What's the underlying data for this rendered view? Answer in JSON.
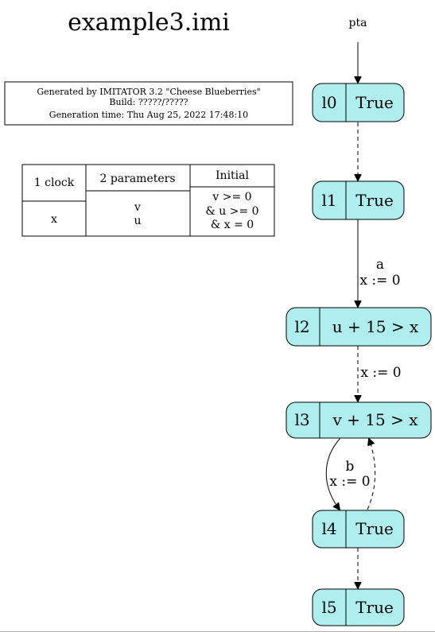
{
  "title": "example3.imi",
  "info_box": {
    "line1": "Generated by IMITATOR 3.2 \"Cheese Blueberries\"",
    "line2": "Build: ?????/?????",
    "line3": "Generation time: Thu Aug 25, 2022 17:48:10"
  },
  "summary_table": {
    "clocks_header": "1 clock",
    "clocks": "x",
    "params_header": "2 parameters",
    "params": [
      "v",
      "u"
    ],
    "initial_header": "Initial",
    "initial": [
      "v >= 0",
      "& u >= 0",
      "& x = 0"
    ]
  },
  "automaton_name": "pta",
  "locations": [
    {
      "id": "l0",
      "invariant": "True"
    },
    {
      "id": "l1",
      "invariant": "True"
    },
    {
      "id": "l2",
      "invariant": "u + 15 > x"
    },
    {
      "id": "l3",
      "invariant": "v + 15 > x"
    },
    {
      "id": "l4",
      "invariant": "True"
    },
    {
      "id": "l5",
      "invariant": "True"
    }
  ],
  "edges": [
    {
      "from": "l0",
      "to": "l1",
      "style": "dashed",
      "label": []
    },
    {
      "from": "l1",
      "to": "l2",
      "style": "solid",
      "label": [
        "a",
        "x := 0"
      ]
    },
    {
      "from": "l2",
      "to": "l3",
      "style": "dashed",
      "label": [
        "x := 0"
      ]
    },
    {
      "from": "l3",
      "to": "l4",
      "style": "solid",
      "label": [
        "b",
        "x := 0"
      ]
    },
    {
      "from": "l4",
      "to": "l3",
      "style": "dashed",
      "label": []
    },
    {
      "from": "l4",
      "to": "l5",
      "style": "dashed",
      "label": []
    }
  ],
  "colors": {
    "location_fill": "#afeeee"
  }
}
